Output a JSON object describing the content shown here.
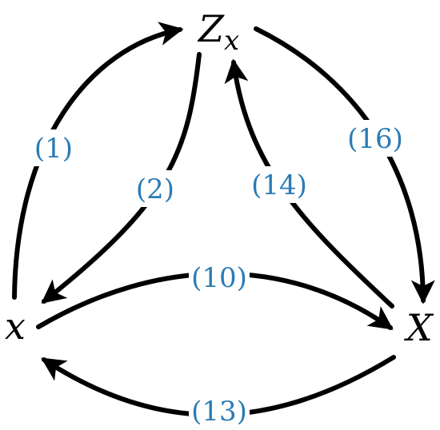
{
  "colors": {
    "arrow": "#000000",
    "label": "#2a7bb5",
    "node": "#000000",
    "background": "#ffffff"
  },
  "nodes": {
    "zx": {
      "main": "Z",
      "subscript": "x"
    },
    "x": {
      "main": "x"
    },
    "X": {
      "main": "X"
    }
  },
  "edges": [
    {
      "id": "e1",
      "from": "x",
      "to": "Z_x",
      "label": "(1)"
    },
    {
      "id": "e2",
      "from": "Z_x",
      "to": "x",
      "label": "(2)"
    },
    {
      "id": "e10",
      "from": "x",
      "to": "X",
      "label": "(10)"
    },
    {
      "id": "e13",
      "from": "X",
      "to": "x",
      "label": "(13)"
    },
    {
      "id": "e14",
      "from": "X",
      "to": "Z_x",
      "label": "(14)"
    },
    {
      "id": "e16",
      "from": "Z_x",
      "to": "X",
      "label": "(16)"
    }
  ]
}
